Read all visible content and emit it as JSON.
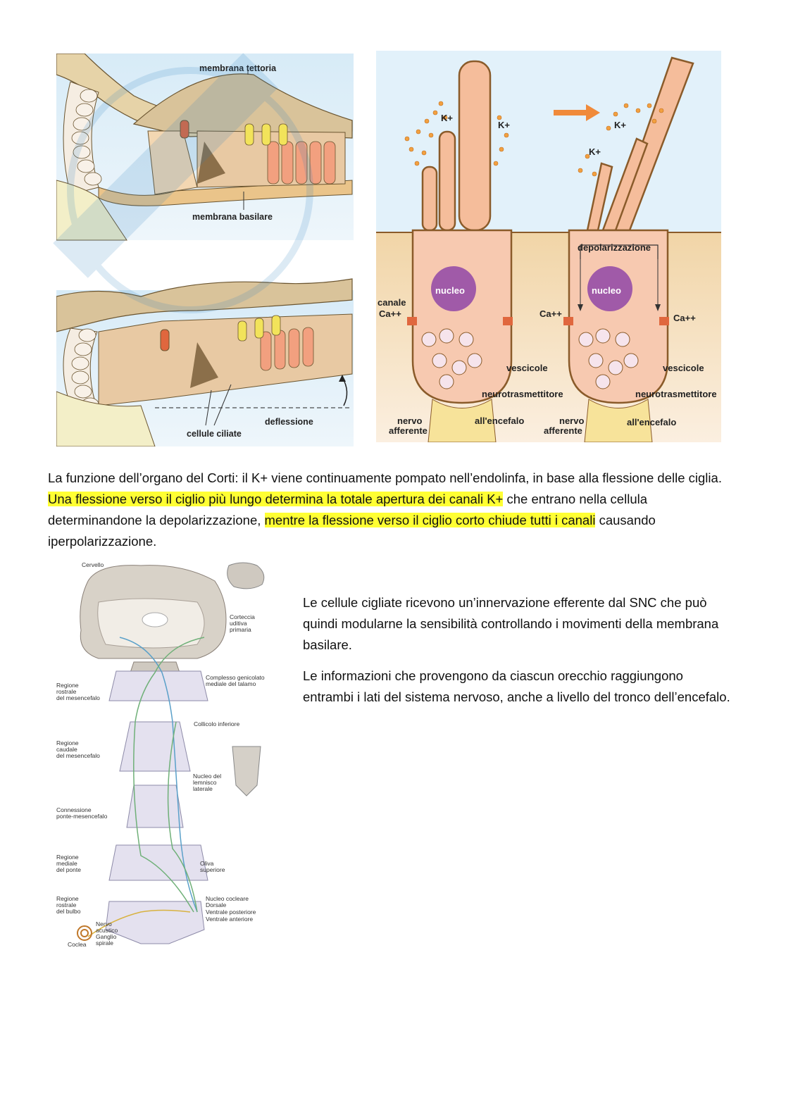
{
  "figure_corti": {
    "membrana_tettoria": "membrana tettoria",
    "membrana_basilare": "membrana basilare",
    "cellule_ciliate": "cellule ciliate",
    "deflessione": "deflessione"
  },
  "figure_hair_cell": {
    "k_plus": "K+",
    "depolarizzazione": "depolarizzazione",
    "nucleo": "nucleo",
    "canale": "canale",
    "ca_pp": "Ca++",
    "vescicole": "vescicole",
    "neurotrasmettitore": "neurotrasmettitore",
    "nervo": "nervo",
    "afferente": "afferente",
    "all_encefalo": "all'encefalo"
  },
  "paragraph1": {
    "p1": "La funzione dell’organo del Corti: il K+ viene continuamente pompato nell’endolinfa, in base alla flessione delle ciglia. ",
    "h1": "Una flessione verso il ciglio più lungo determina la totale apertura dei canali K+",
    "p2": " che entrano nella cellula determinandone la depolarizzazione, ",
    "h2": "mentre la flessione verso il ciglio corto chiude tutti i canali",
    "p3": " causando iperpolarizzazione."
  },
  "figure_pathway": {
    "cervello": "Cervello",
    "corteccia": [
      "Corteccia",
      "uditiva",
      "primaria"
    ],
    "complesso": [
      "Complesso genicolato",
      "mediale del talamo"
    ],
    "reg_rostrale_mes": [
      "Regione",
      "rostrale",
      "del mesencefalo"
    ],
    "collicolo": "Collicolo inferiore",
    "reg_caudale_mes": [
      "Regione",
      "caudale",
      "del mesencefalo"
    ],
    "nucleo_lemnisco": [
      "Nucleo del",
      "lemnisco",
      "laterale"
    ],
    "connessione": [
      "Connessione",
      "ponte-mesencefalo"
    ],
    "reg_mediale_ponte": [
      "Regione",
      "mediale",
      "del ponte"
    ],
    "oliva": [
      "Oliva",
      "superiore"
    ],
    "reg_rostrale_bulbo": [
      "Regione",
      "rostrale",
      "del bulbo"
    ],
    "nucleo_cocleare": [
      "Nucleo cocleare",
      "Dorsale",
      "Ventrale posteriore",
      "Ventrale anteriore"
    ],
    "nervo_acustico": [
      "Nervo",
      "acustico"
    ],
    "ganglio": [
      "Ganglio",
      "spirale"
    ],
    "coclea": "Coclea"
  },
  "paragraph2": {
    "a": "Le cellule cigliate ricevono un’innervazione efferente dal SNC che può quindi modularne la sensibilità controllando i movimenti della membrana basilare.",
    "b": "Le informazioni che provengono da ciascun orecchio raggiungono entrambi i lati del sistema nervoso, anche a livello del tronco dell’encefalo."
  },
  "colors": {
    "highlight": "#ffff33",
    "endolymph": "#cfe6f5",
    "tissue": "#f3c29f",
    "cell_fill": "#f7c9b0",
    "nucleus": "#a05aa8"
  }
}
